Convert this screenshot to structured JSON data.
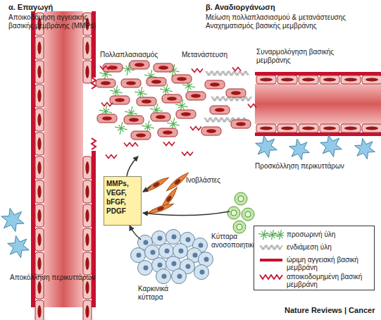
{
  "diagram": {
    "nodes": [
      {
        "text": [
          "MMPs, VEGF, bFGF, PDGF"
        ]
      }
    ],
    "labels": [
      "α. Επαγωγή",
      "Αποικοδόμηση αγγειακής βασικής μεμβράνης (MMPs)",
      "β. Αναδιοργάνωση",
      "Μείωση πολλαπλασιασμού & μετανάστευσης",
      "Αναχηματισμός βασικής μεμβράνης",
      "Πολλαπλασιασμός",
      "Μετανάστευση",
      "Συναρμολόγηση βασικής μεμβράνης",
      "Προσκόλληση περικυττάρων",
      "Ινοβλάστες",
      "Κύτταρα ανοσοποιητικού",
      "Αποκόλληση περικυττάρων",
      "Καρκινικά κύτταρα",
      "Nature Reviews | Cancer"
    ],
    "legend": [
      {
        "text": "προσωρινή ύλη"
      },
      {
        "text": "ενδιάμεση ύλη"
      },
      {
        "text": "ώριμη αγγειακή βασική μεμβράνη"
      },
      {
        "text": "αποικοδομημένη βασική μεμβράνη"
      }
    ]
  }
}
